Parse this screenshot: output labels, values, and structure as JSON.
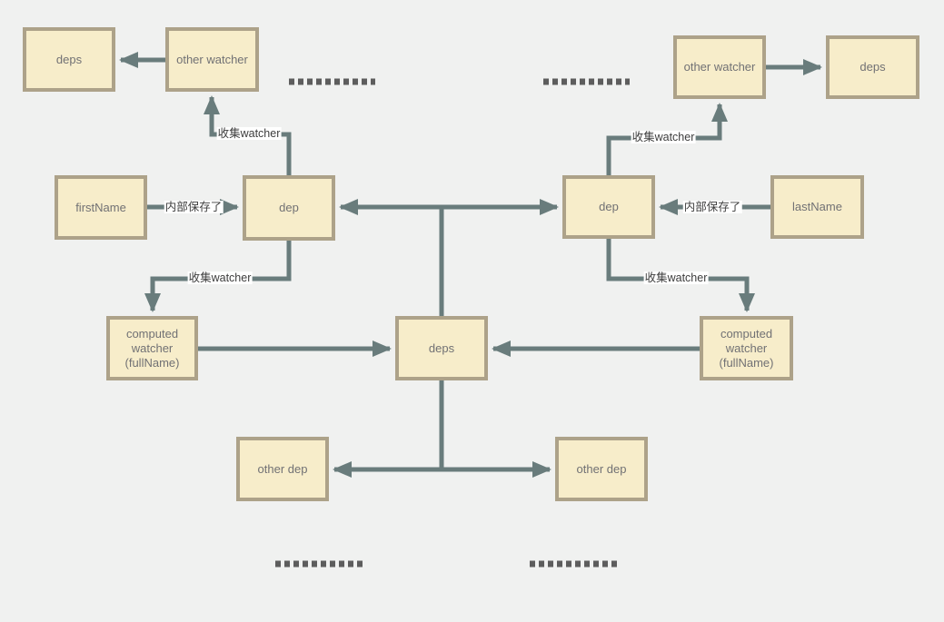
{
  "diagram": {
    "colors": {
      "background": "#f0f1f0",
      "node_fill": "#f7edca",
      "node_border": "#ada289",
      "line": "#697c7c",
      "node_text": "#717174",
      "label_text": "#3d3d3d",
      "label_background": "#ffffff",
      "dotted": "#5d5d5d"
    },
    "nodes": {
      "deps_top_left": "deps",
      "other_watcher_left": "other watcher",
      "other_watcher_right": "other watcher",
      "deps_top_right": "deps",
      "first_name": "firstName",
      "dep_left": "dep",
      "dep_right": "dep",
      "last_name": "lastName",
      "computed_watcher_left": "computed\nwatcher\n(fullName)",
      "deps_center": "deps",
      "computed_watcher_right": "computed\nwatcher\n(fullName)",
      "other_dep_left": "other dep",
      "other_dep_right": "other dep"
    },
    "edge_labels": {
      "collect_watcher_top_left": "收集watcher",
      "collect_watcher_top_right": "收集watcher",
      "collect_watcher_bottom_left": "收集watcher",
      "collect_watcher_bottom_right": "收集watcher",
      "saved_internally_left": "内部保存了",
      "saved_internally_right": "内部保存了"
    }
  }
}
